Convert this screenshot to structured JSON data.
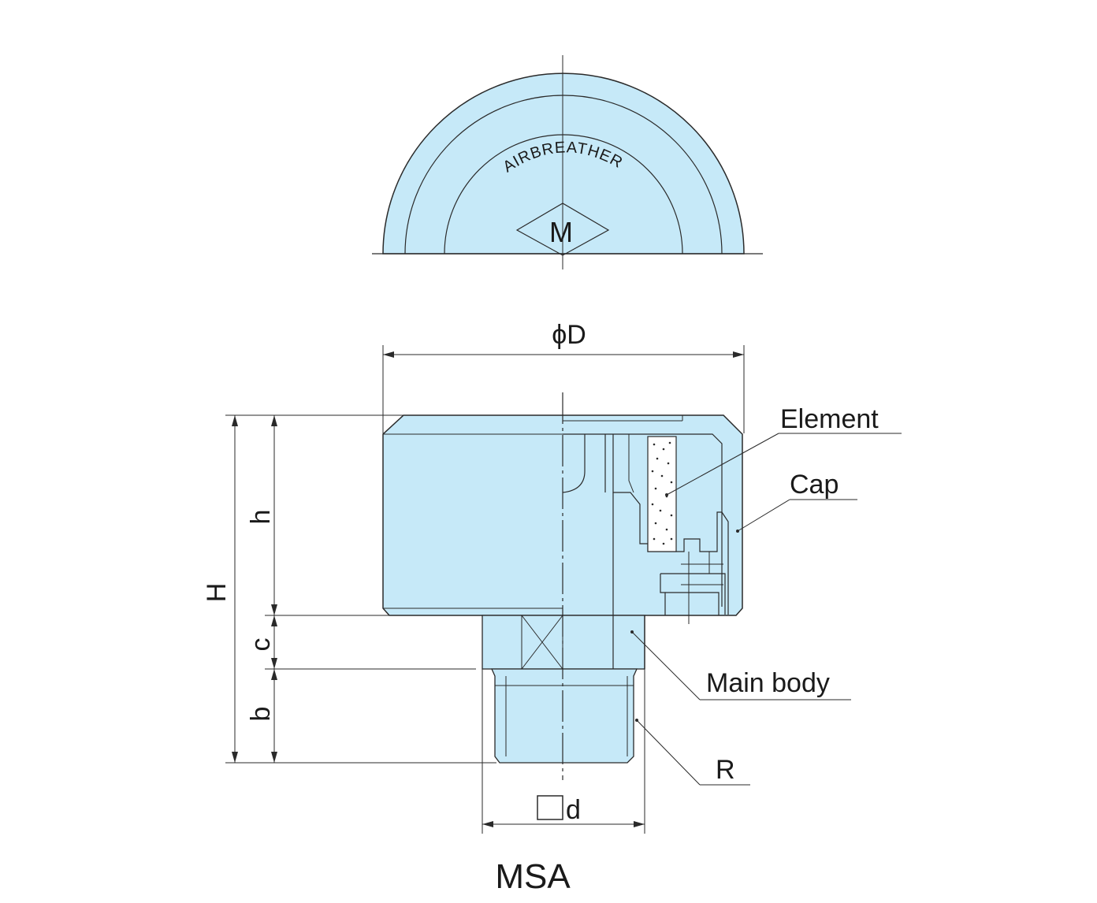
{
  "top_view": {
    "text_arc": "AIRBREATHER",
    "logo_letter": "M"
  },
  "dimensions": {
    "diameter": "ϕD",
    "height_total": "H",
    "height_h": "h",
    "height_c": "c",
    "height_b": "b",
    "square_d": "d"
  },
  "callouts": {
    "element": "Element",
    "cap": "Cap",
    "main_body": "Main body",
    "thread": "R"
  },
  "model_name": "MSA",
  "colors": {
    "fill": "#c6e9f8",
    "line": "#2a2a2a"
  }
}
